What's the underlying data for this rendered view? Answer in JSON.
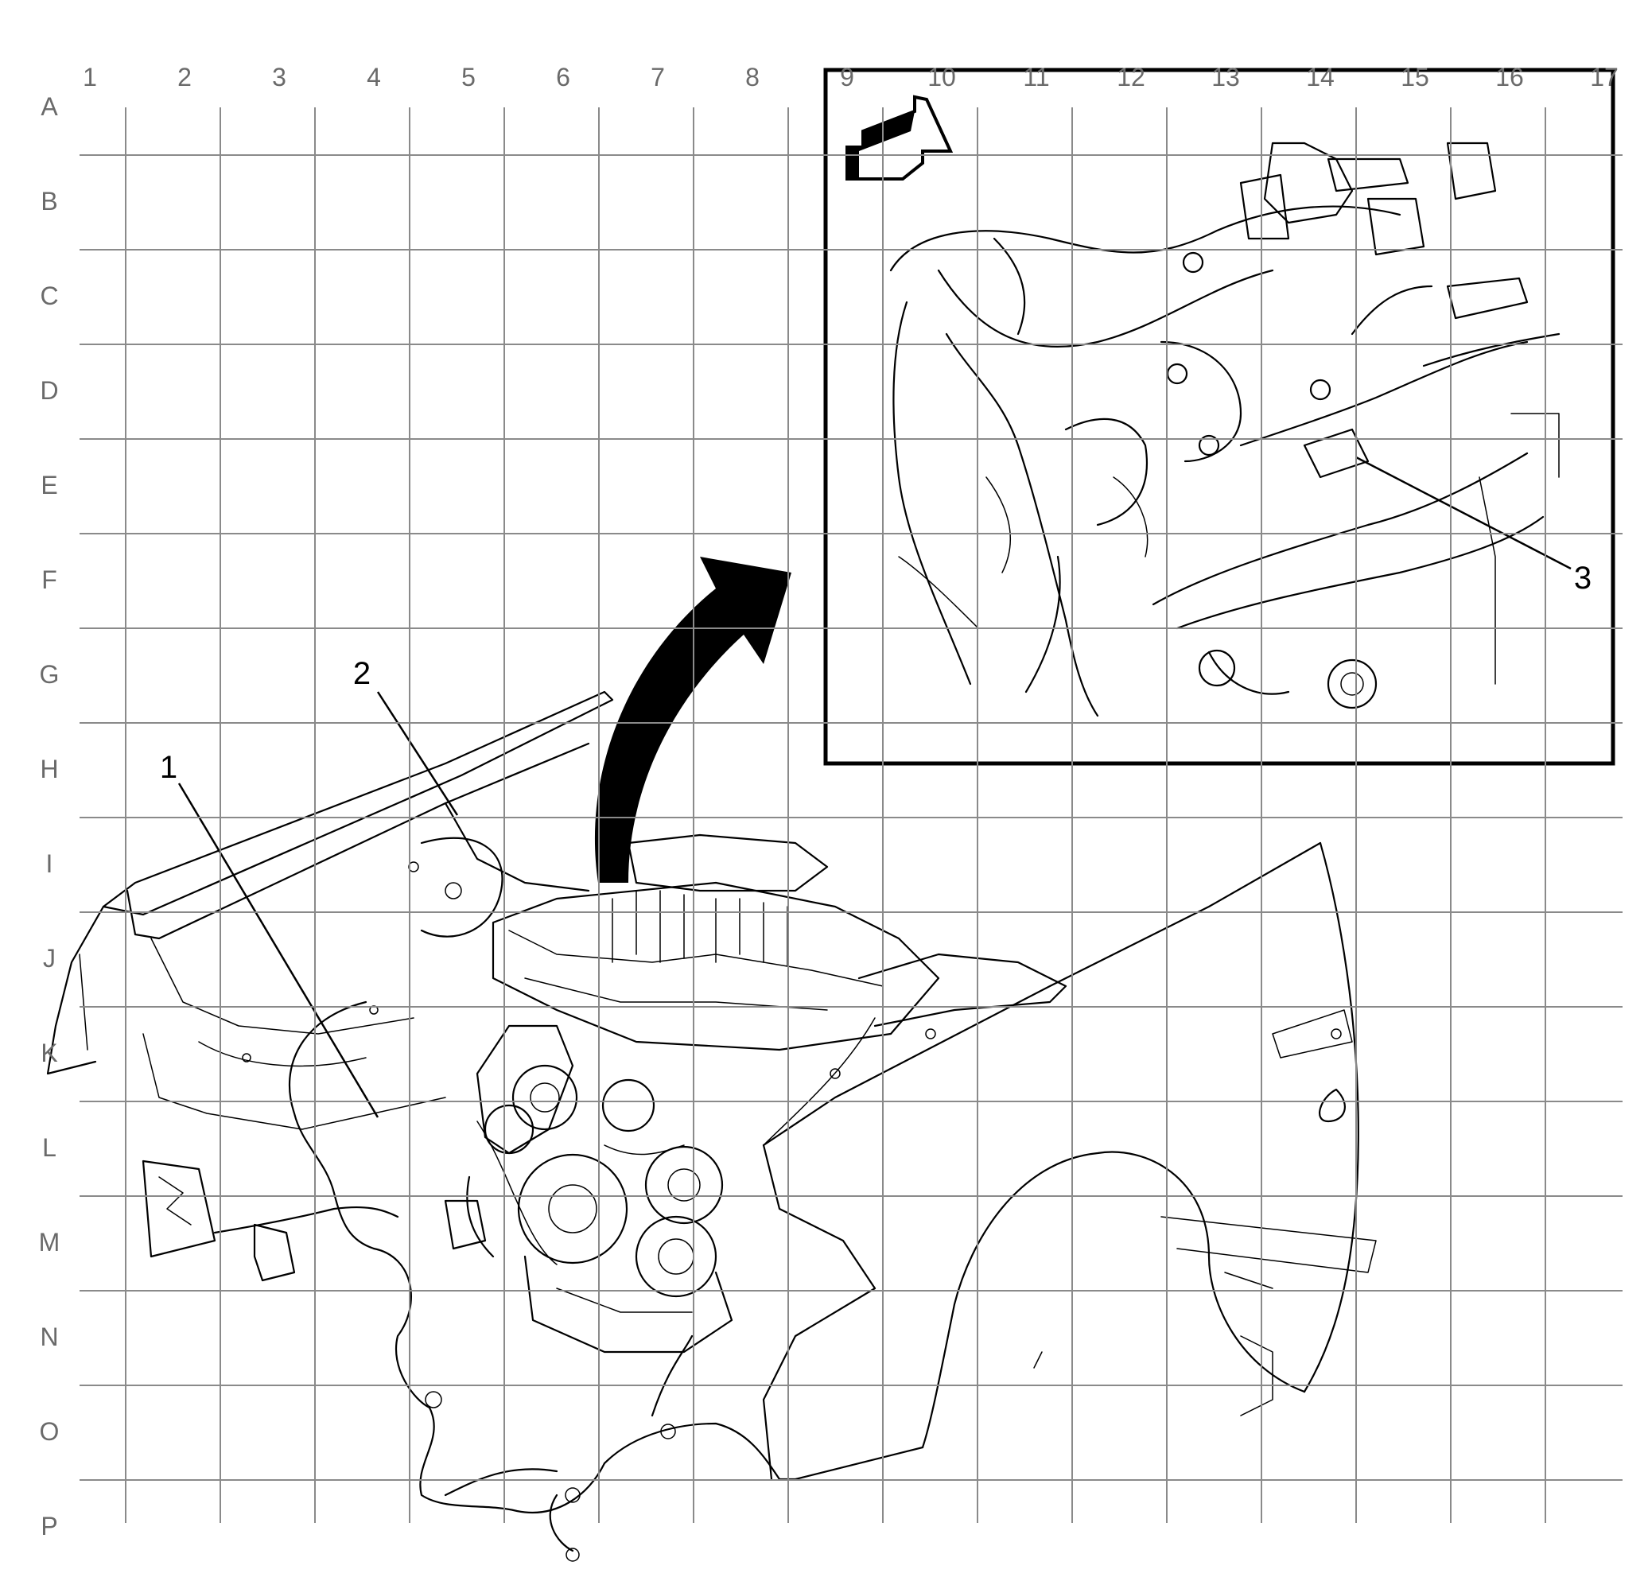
{
  "grid": {
    "columns": [
      "1",
      "2",
      "3",
      "4",
      "5",
      "6",
      "7",
      "8",
      "9",
      "10",
      "11",
      "12",
      "13",
      "14",
      "15",
      "16",
      "17"
    ],
    "rows": [
      "A",
      "B",
      "C",
      "D",
      "E",
      "F",
      "G",
      "H",
      "I",
      "J",
      "K",
      "L",
      "M",
      "N",
      "O",
      "P"
    ]
  },
  "callouts": [
    {
      "id": "1",
      "label": "1"
    },
    {
      "id": "2",
      "label": "2"
    },
    {
      "id": "3",
      "label": "3"
    }
  ],
  "icons": {
    "view_direction": "view-direction-arrow-icon",
    "detail_arrow": "detail-pointer-arrow-icon"
  },
  "colors": {
    "line": "#000000",
    "grid": "#8a8a8a",
    "label": "#6a6a6a",
    "background": "#ffffff"
  }
}
